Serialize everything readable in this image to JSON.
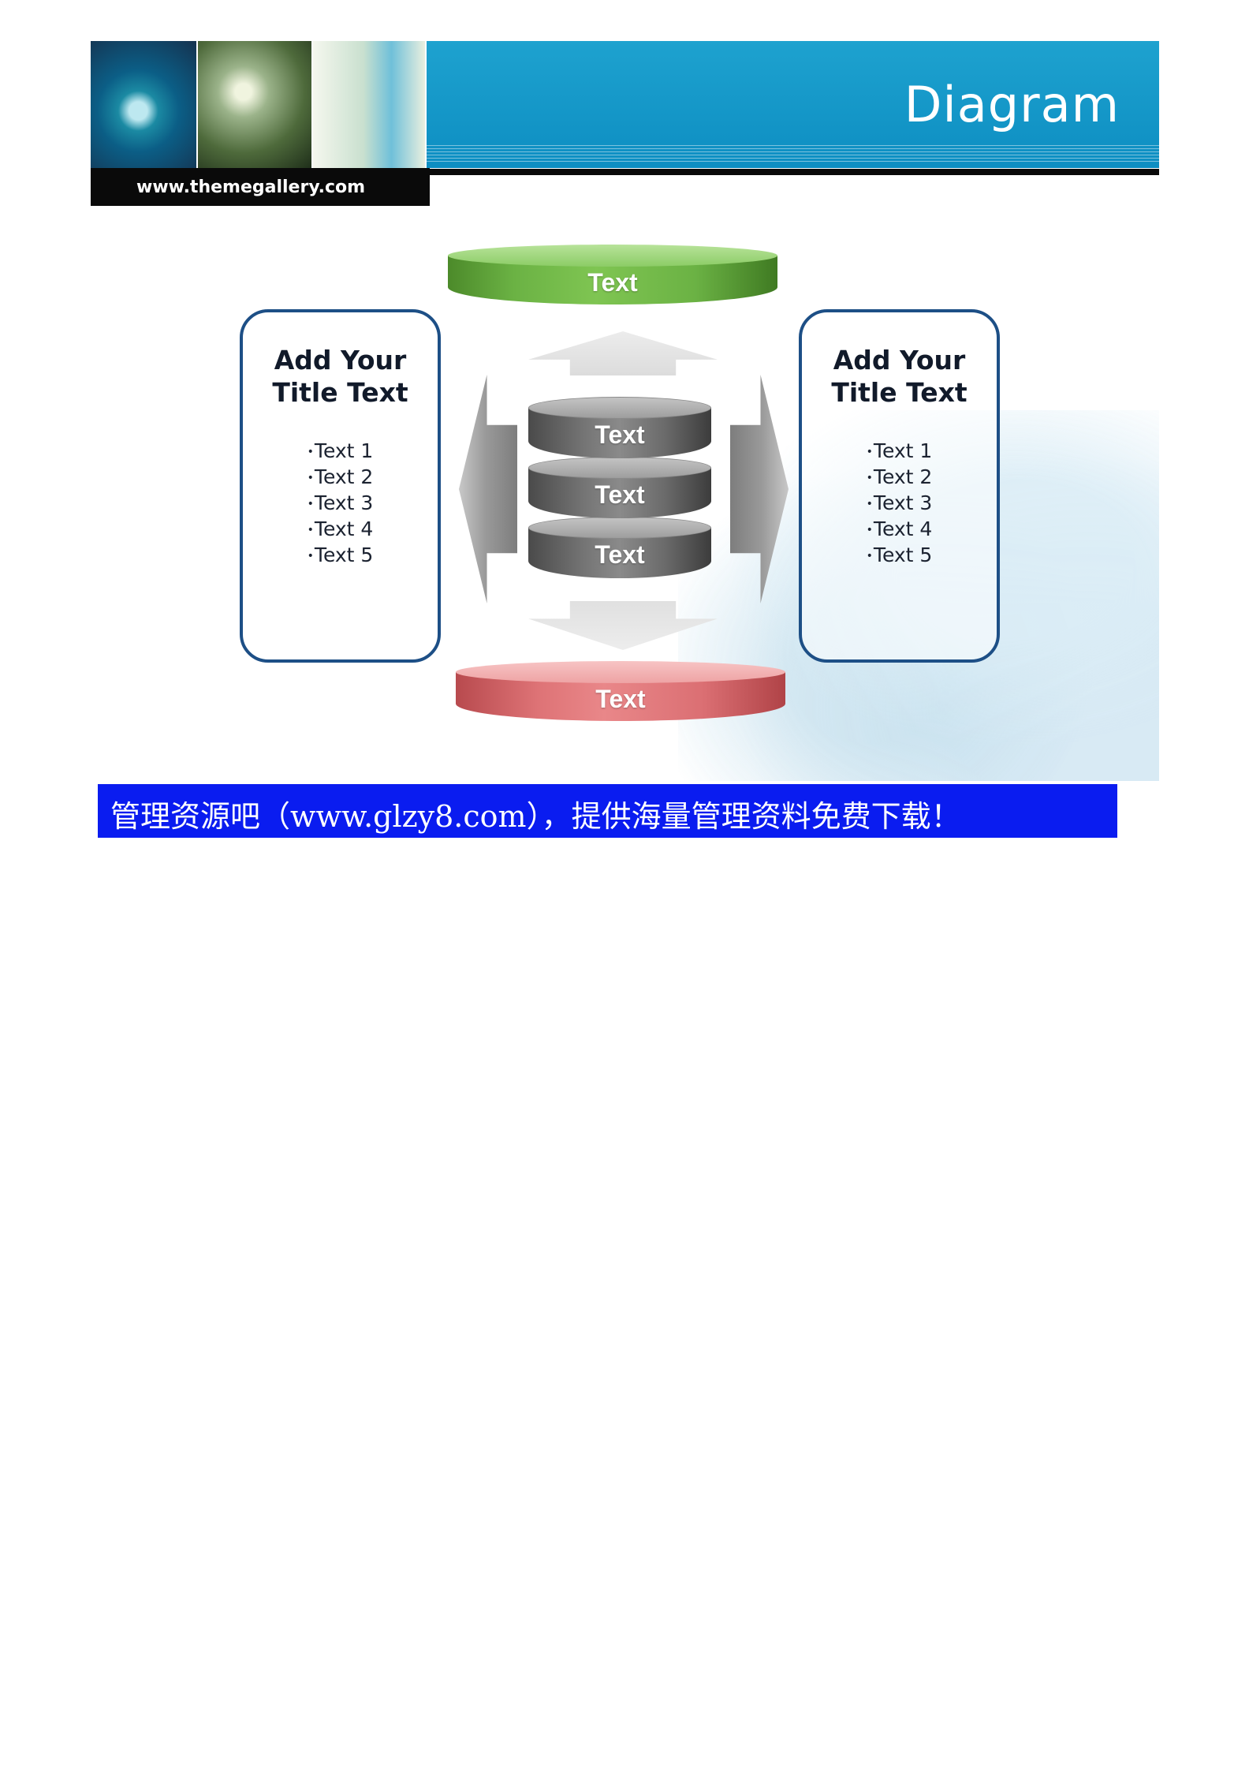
{
  "header": {
    "title": "Diagram",
    "url": "www.themegallery.com"
  },
  "diagram": {
    "top_disk": "Text",
    "bottom_disk": "Text",
    "stack": [
      "Text",
      "Text",
      "Text"
    ]
  },
  "left_box": {
    "title_line1": "Add Your",
    "title_line2": "Title Text",
    "items": [
      "Text 1",
      "Text 2",
      "Text 3",
      "Text 4",
      "Text 5"
    ]
  },
  "right_box": {
    "title_line1": "Add Your",
    "title_line2": "Title Text",
    "items": [
      "Text 1",
      "Text 2",
      "Text 3",
      "Text 4",
      "Text 5"
    ]
  },
  "banner": {
    "text": "管理资源吧（www.glzy8.com），提供海量管理资料免费下载！"
  },
  "colors": {
    "header_blue": "#0d8ec2",
    "box_border": "#1d4f86",
    "top_disk": "#6bb244",
    "bottom_disk": "#de7376",
    "stack_gray": "#747474",
    "banner_blue": "#0a1cf0"
  }
}
